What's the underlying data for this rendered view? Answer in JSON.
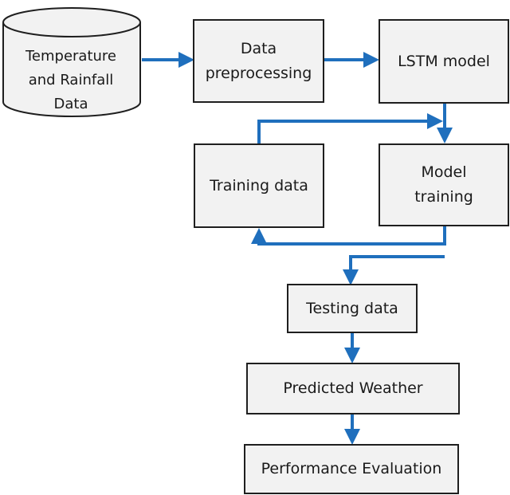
{
  "database": {
    "lines": [
      "Temperature",
      "and Rainfall",
      "Data"
    ]
  },
  "boxes": {
    "data_preprocessing": [
      "Data",
      "preprocessing"
    ],
    "lstm_model": [
      "LSTM model"
    ],
    "training_data": [
      "Training data"
    ],
    "model_training": [
      "Model",
      "training"
    ],
    "testing_data": [
      "Testing data"
    ],
    "predicted_weather": [
      "Predicted Weather"
    ],
    "performance_evaluation": [
      "Performance Evaluation"
    ]
  },
  "colors": {
    "arrow": "#1f6fbd",
    "box_fill": "#f2f2f2",
    "box_border": "#1f1f1f"
  }
}
